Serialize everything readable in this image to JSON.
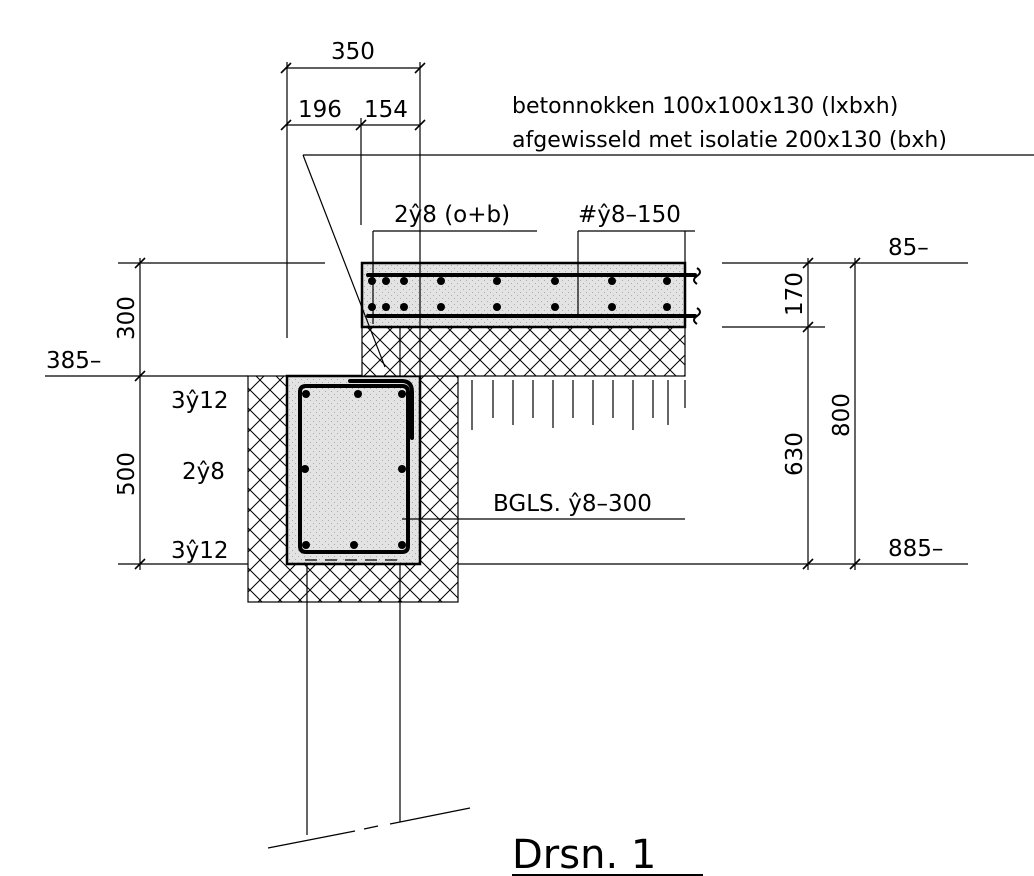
{
  "colors": {
    "ink": "#000000",
    "concrete": "#e3e3e3",
    "background": "#ffffff"
  },
  "dimensions": {
    "total_width": "350",
    "left_width": "196",
    "right_width": "154",
    "upper_height": "300",
    "lower_height": "500",
    "slab_thickness": "170",
    "depth_630": "630",
    "depth_800": "800"
  },
  "levels": {
    "level_385": "385–",
    "level_85": "85–",
    "level_885": "885–"
  },
  "notes": {
    "note_line1": "betonnokken 100x100x130 (lxbxh)",
    "note_line2": "afgewisseld met isolatie 200x130 (bxh)"
  },
  "rebar": {
    "slab_top_bottom": "2ŷ8 (o+b)",
    "slab_mesh": "#ŷ8–150",
    "beam_top": "3ŷ12",
    "beam_side": "2ŷ8",
    "beam_bottom": "3ŷ12",
    "stirrups": "BGLS. ŷ8–300"
  },
  "title": "Drsn. 1"
}
